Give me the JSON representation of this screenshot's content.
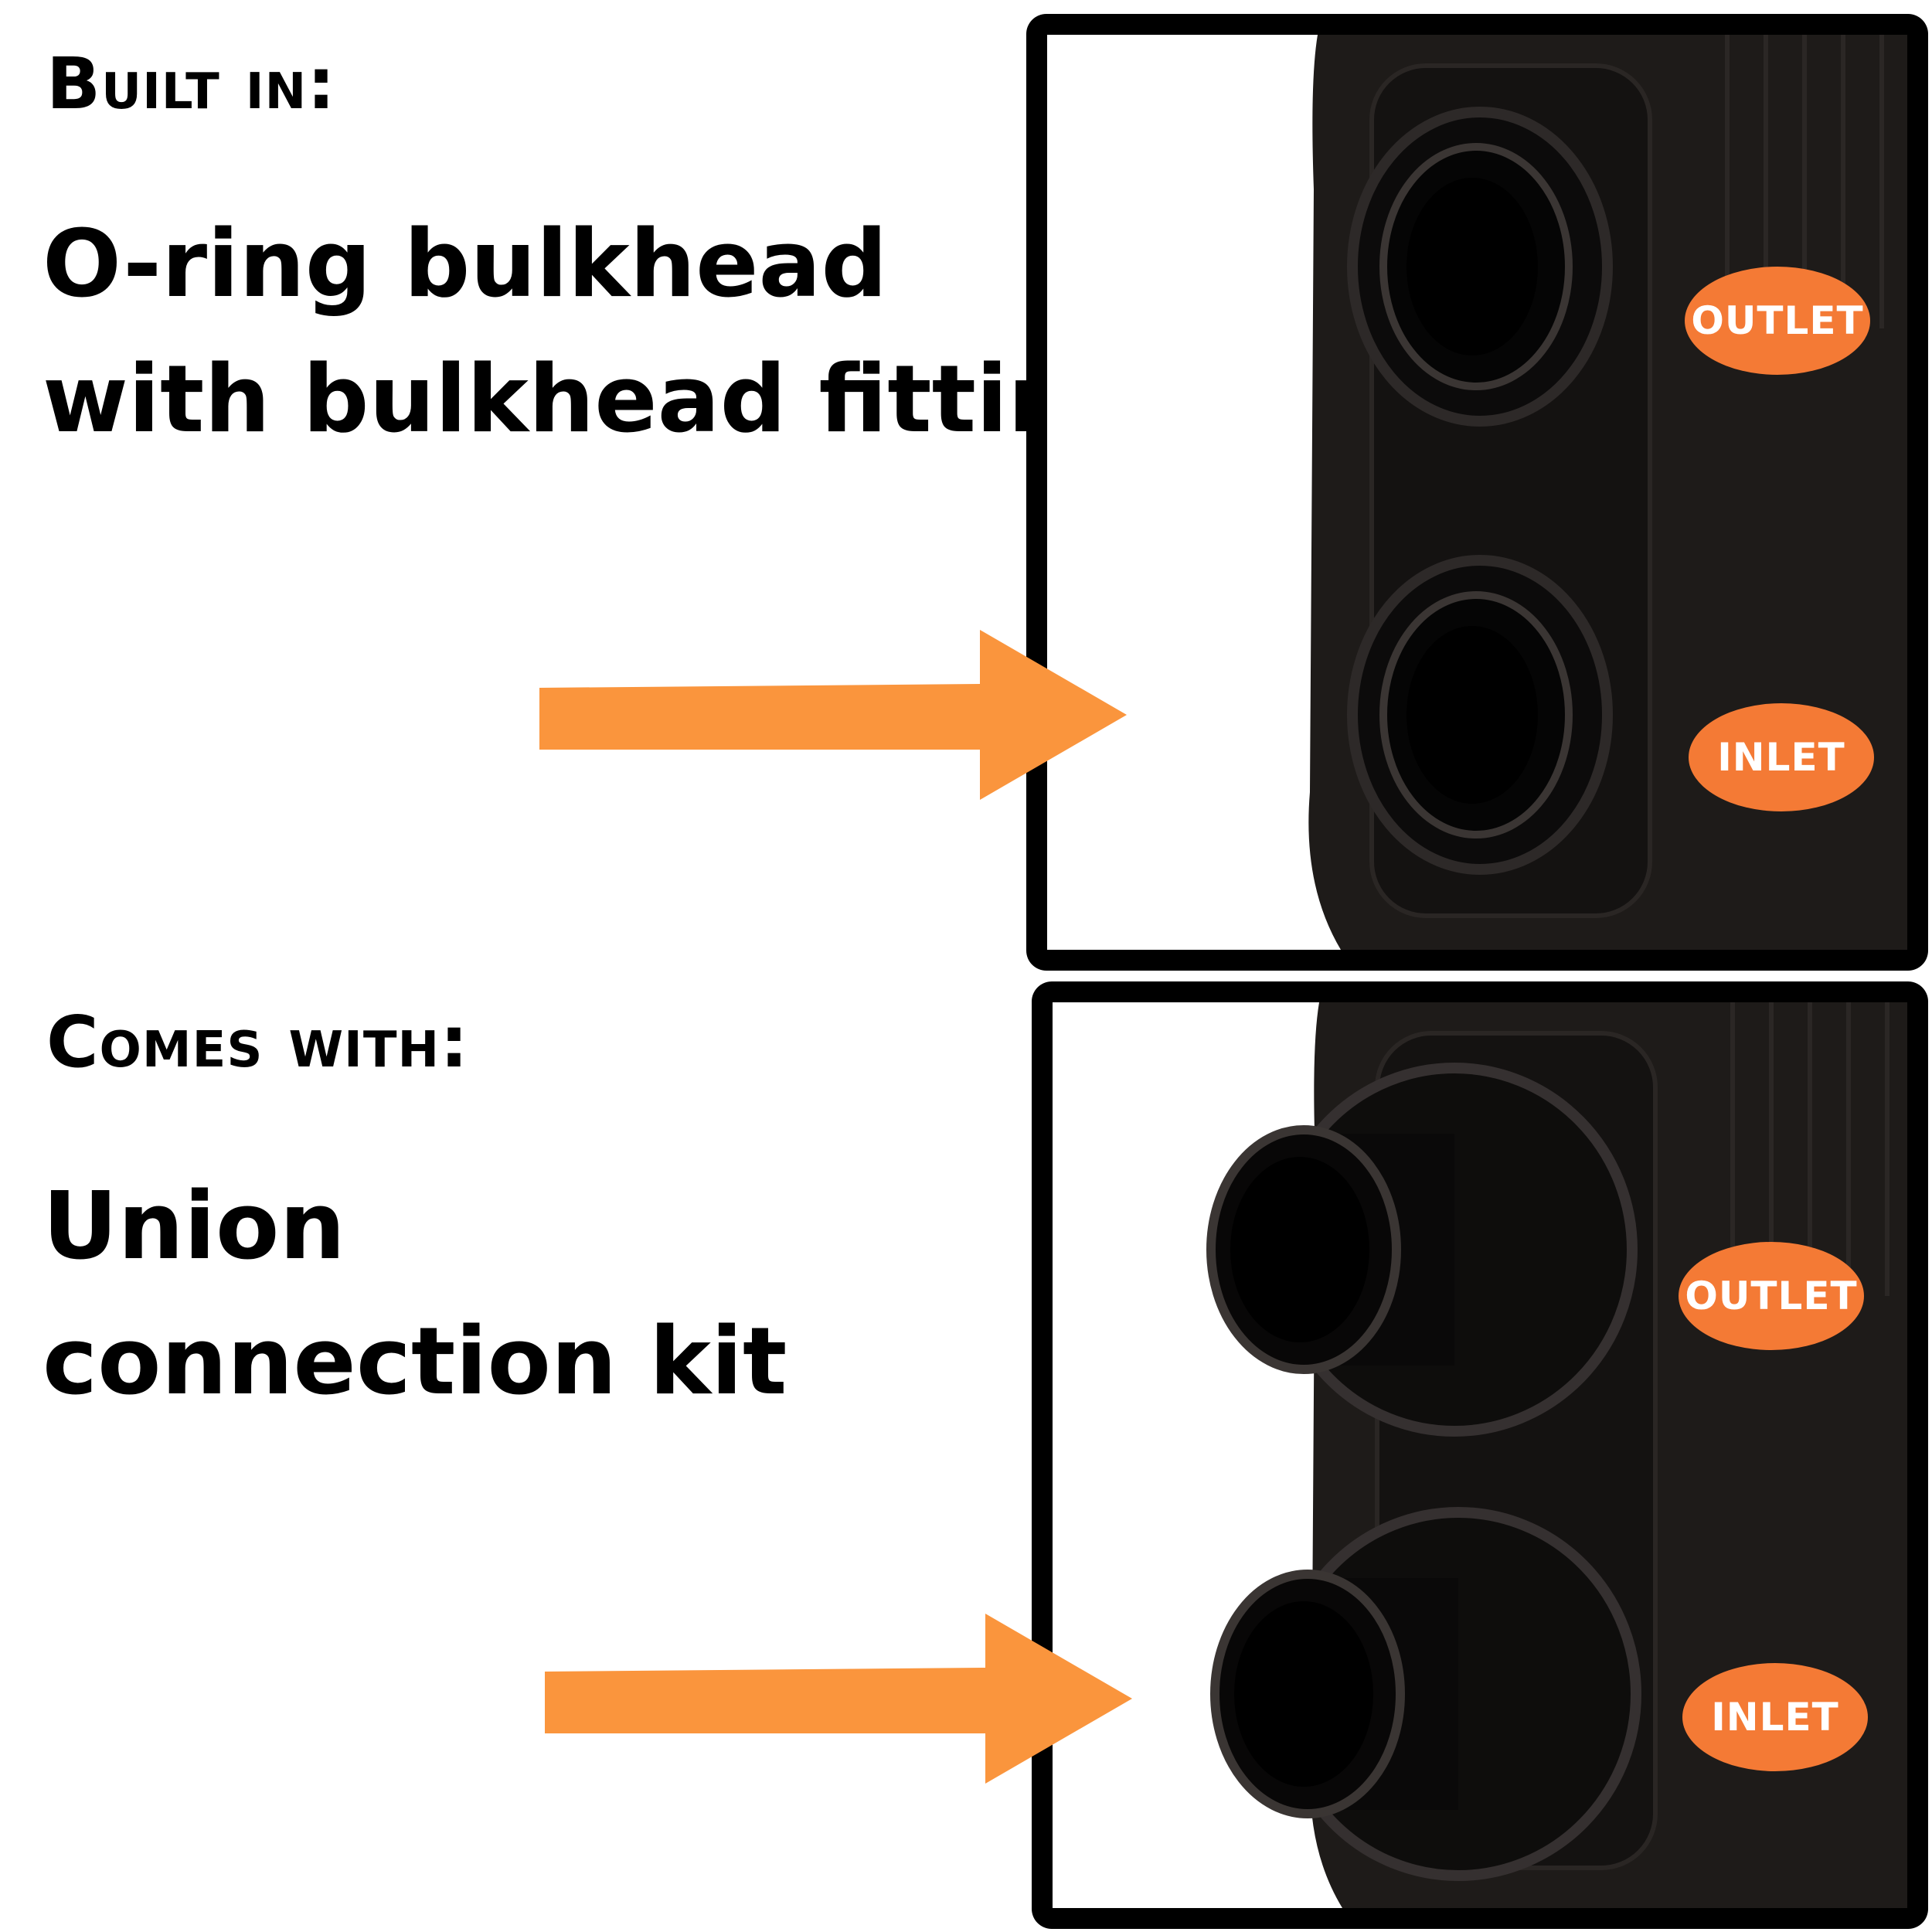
{
  "top_panel": {
    "heading": "Built in:",
    "line1": "O-ring bulkhead",
    "line2": "with bulkhead fitting",
    "outlet_label": "OUTLET",
    "inlet_label": "INLET"
  },
  "bottom_panel": {
    "heading": "Comes with:",
    "line1": "Union",
    "line2": "connection kit",
    "outlet_label": "OUTLET",
    "inlet_label": "INLET"
  },
  "colors": {
    "arrow": "#fa953d",
    "label_oval": "#f47a35",
    "pump_body": "#1e1b19",
    "frame": "#000000"
  },
  "icons": [
    "right-arrow-icon",
    "right-arrow-icon"
  ]
}
